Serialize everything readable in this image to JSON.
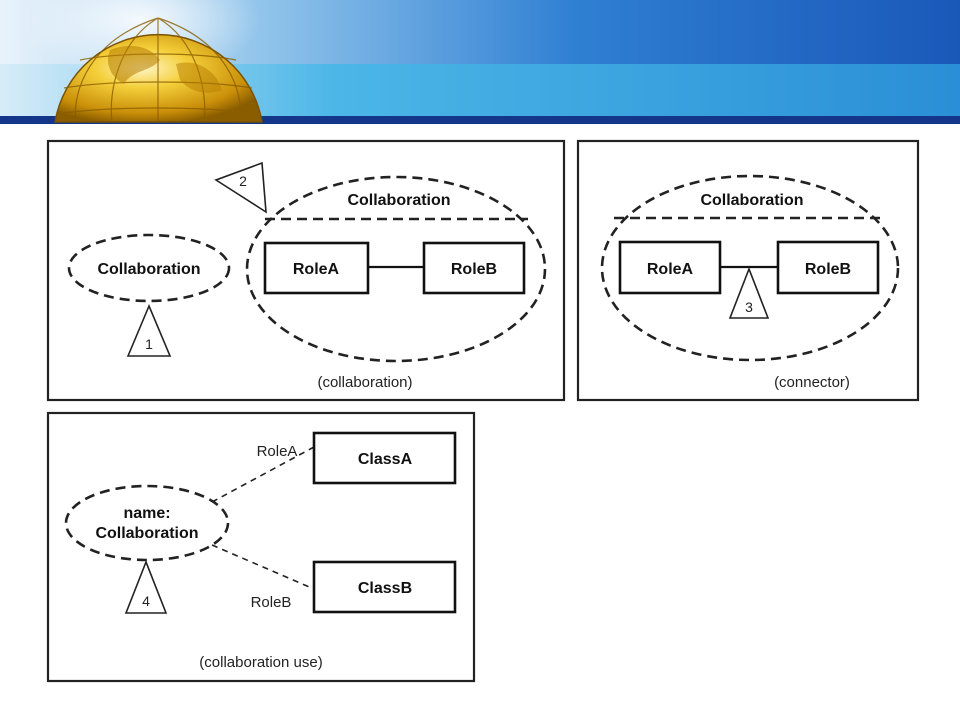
{
  "colors": {
    "header_dark": "#1a58b8",
    "header_light": "#3fb4e6",
    "header_band": "#13358a",
    "globe_gold": "#e7b11a"
  },
  "header": {
    "globe_icon": "globe-icon"
  },
  "panel_collaboration": {
    "small_ellipse_label": "Collaboration",
    "large_ellipse_label": "Collaboration",
    "role_a": "RoleA",
    "role_b": "RoleB",
    "caption": "(collaboration)",
    "marker_1": "1",
    "marker_2": "2"
  },
  "panel_connector": {
    "ellipse_label": "Collaboration",
    "role_a": "RoleA",
    "role_b": "RoleB",
    "caption": "(connector)",
    "marker_3": "3"
  },
  "panel_collaboration_use": {
    "ellipse_line1": "name:",
    "ellipse_line2": "Collaboration",
    "class_a": "ClassA",
    "class_b": "ClassB",
    "role_a": "RoleA",
    "role_b": "RoleB",
    "caption": "(collaboration use)",
    "marker_4": "4"
  }
}
